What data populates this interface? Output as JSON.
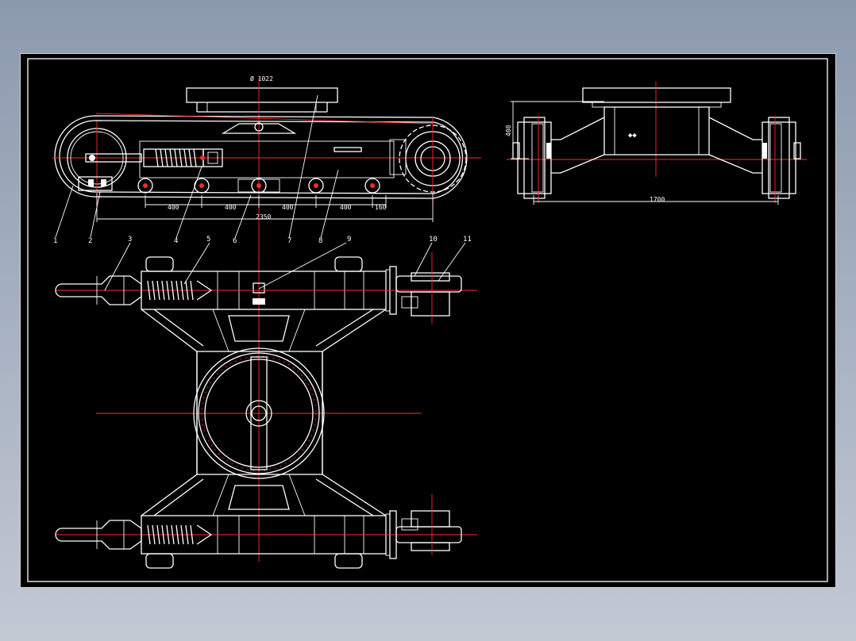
{
  "drawing": {
    "colors": {
      "background": "#000000",
      "lines": "#ffffff",
      "centerlines": "#ff2a2a",
      "workspace": "#9aa6b8"
    },
    "side_view": {
      "top_dimension": "Ø 1022",
      "dimensions": [
        "400",
        "400",
        "400",
        "400",
        "160"
      ],
      "total_length": "2350"
    },
    "end_view": {
      "height": "408",
      "width": "1700"
    },
    "part_labels": [
      "1",
      "2",
      "3",
      "4",
      "5",
      "6",
      "7",
      "8",
      "9",
      "10",
      "11"
    ]
  }
}
